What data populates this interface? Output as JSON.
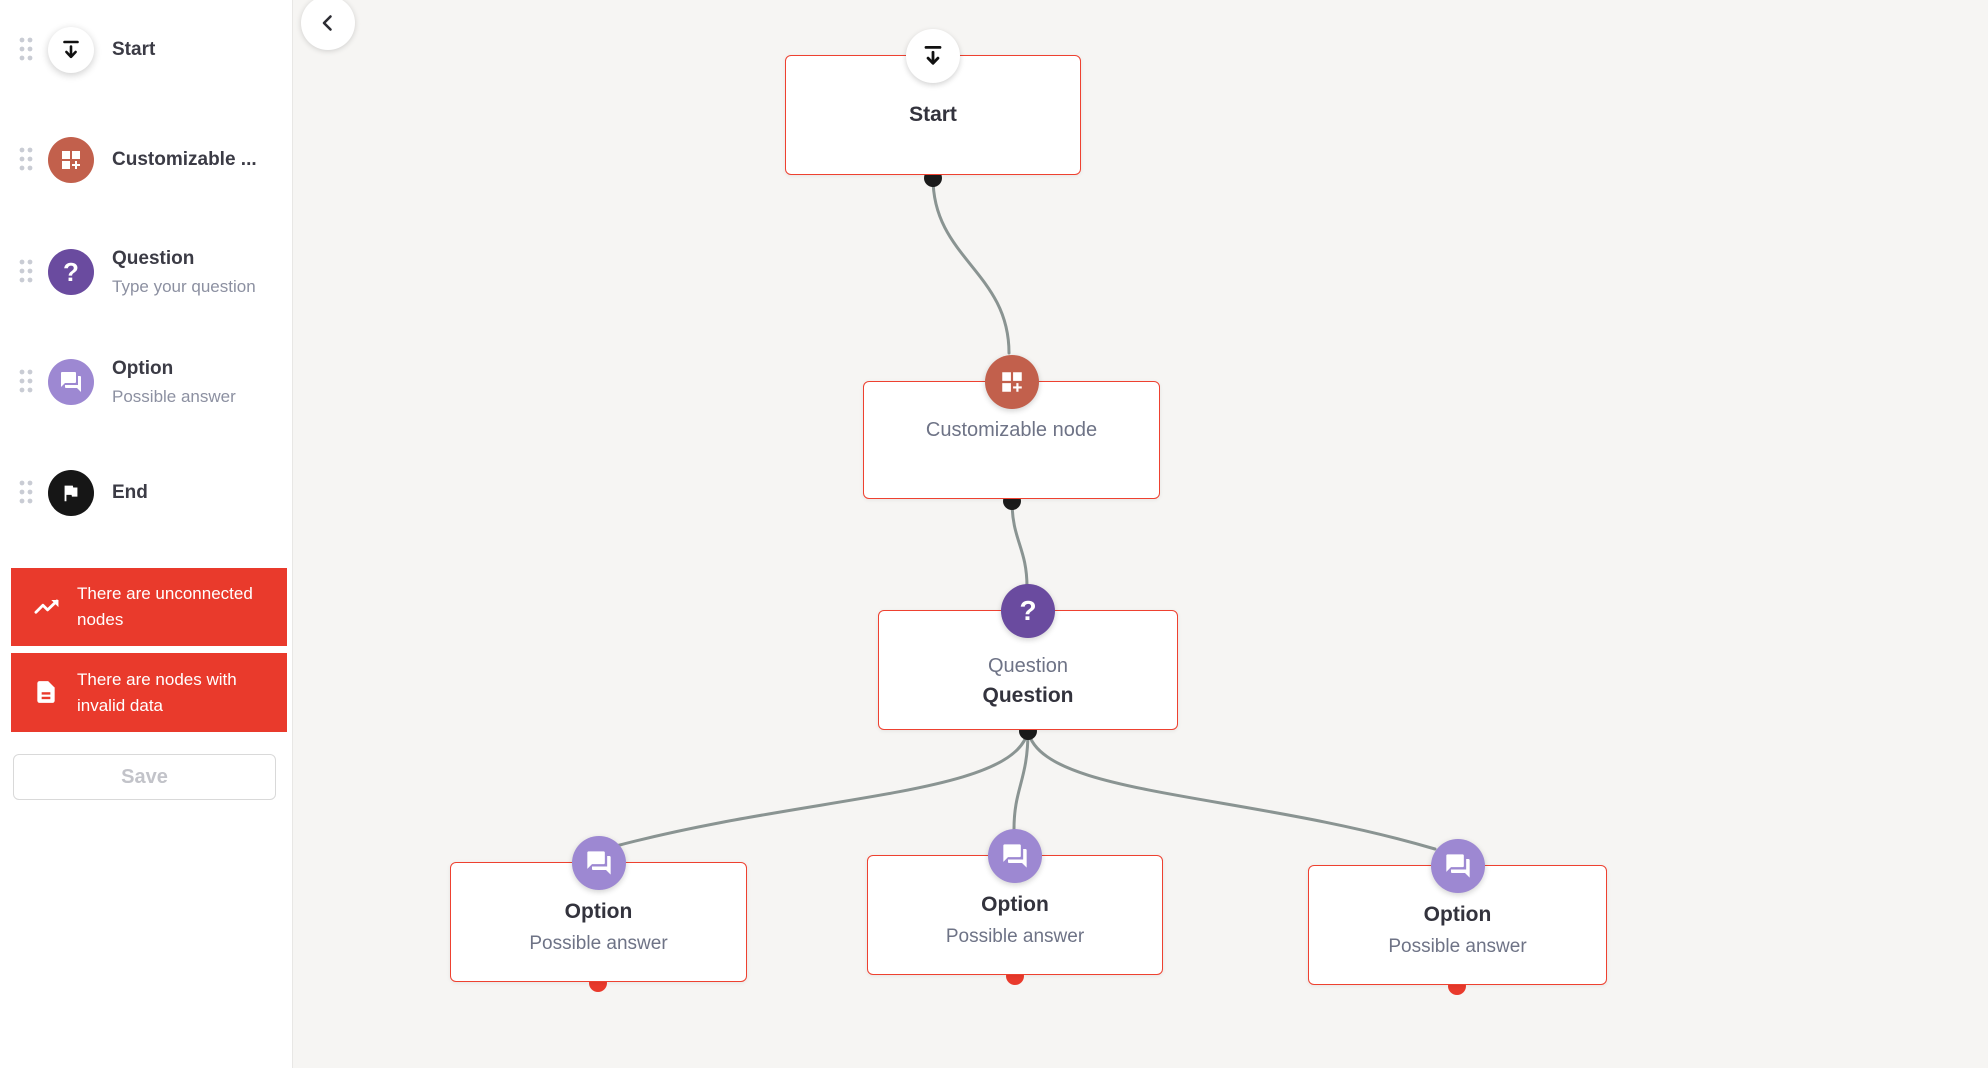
{
  "colors": {
    "accent_red": "#e93a2c",
    "node_border_red": "#ee4130",
    "terracotta": "#c2604c",
    "purple_dark": "#6a4b9f",
    "purple_light": "#9d88d2",
    "edge_gray": "#8a9492",
    "canvas_bg": "#f6f5f3",
    "handle_black": "#1b1b1b"
  },
  "icons": {
    "question_glyph": "?"
  },
  "sidebar": {
    "items": [
      {
        "label": "Start"
      },
      {
        "label": "Customizable ..."
      },
      {
        "label": "Question",
        "subtitle": "Type your question"
      },
      {
        "label": "Option",
        "subtitle": "Possible answer"
      },
      {
        "label": "End"
      }
    ],
    "warnings": [
      {
        "text": "There are unconnected nodes"
      },
      {
        "text": "There are nodes with invalid data"
      }
    ],
    "save_label": "Save"
  },
  "canvas": {
    "nodes": {
      "start": {
        "title": "Start"
      },
      "customizable": {
        "title": "Customizable node"
      },
      "question": {
        "type_label": "Question",
        "title": "Question"
      },
      "option1": {
        "title": "Option",
        "subtitle": "Possible answer"
      },
      "option2": {
        "title": "Option",
        "subtitle": "Possible answer"
      },
      "option3": {
        "title": "Option",
        "subtitle": "Possible answer"
      }
    },
    "edges": [
      {
        "from": "start",
        "to": "customizable"
      },
      {
        "from": "customizable",
        "to": "question"
      },
      {
        "from": "question",
        "to": "option1"
      },
      {
        "from": "question",
        "to": "option2"
      },
      {
        "from": "question",
        "to": "option3"
      }
    ]
  }
}
